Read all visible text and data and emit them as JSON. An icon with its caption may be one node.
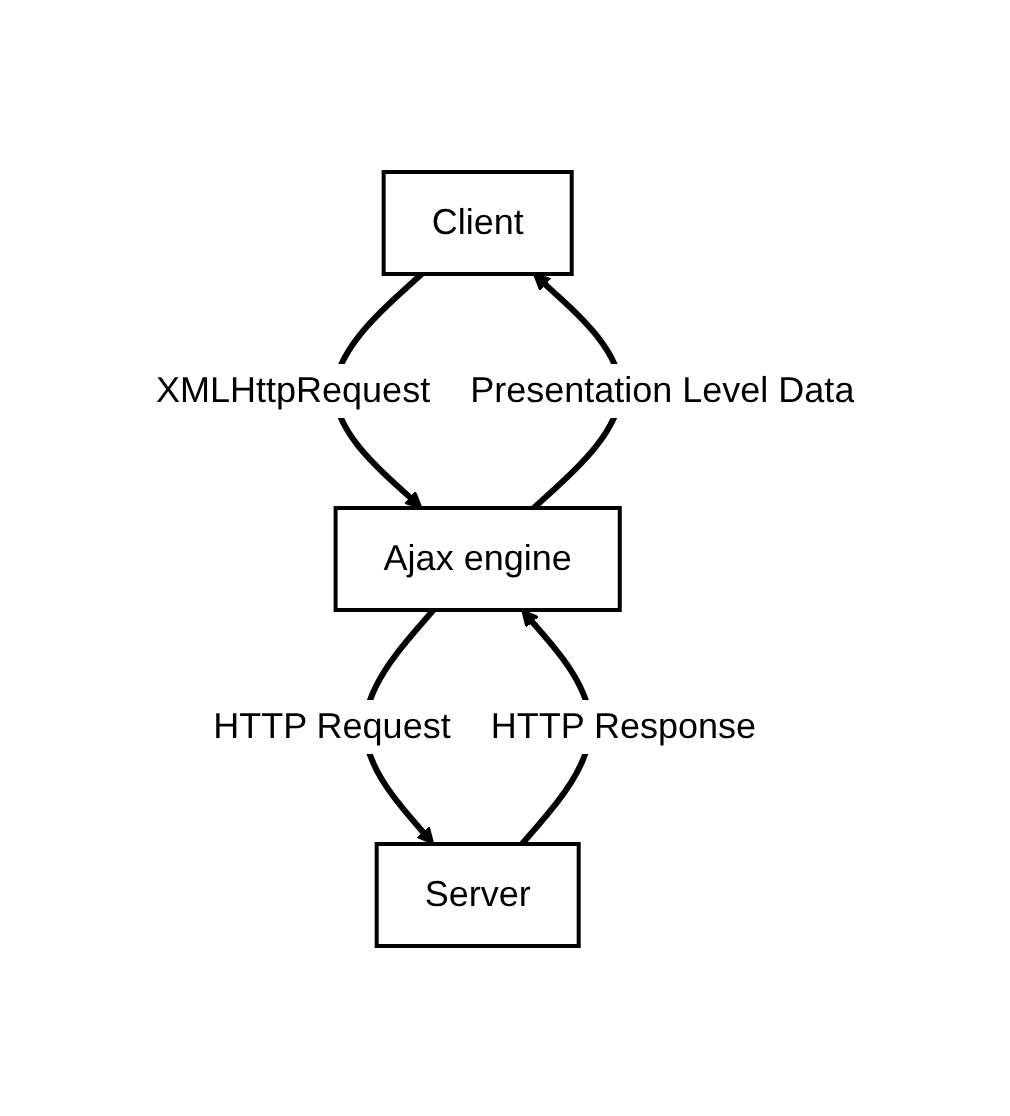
{
  "diagram": {
    "nodes": [
      {
        "text": [
          "Client"
        ]
      },
      {
        "text": [
          "Ajax engine"
        ]
      },
      {
        "text": [
          "Server"
        ]
      }
    ],
    "edges": [
      {
        "from": 0,
        "to": 1,
        "arrow": "to",
        "label": "XMLHttpRequest"
      },
      {
        "from": 1,
        "to": 0,
        "arrow": "to",
        "label": "Presentation Level Data"
      },
      {
        "from": 1,
        "to": 2,
        "arrow": "to",
        "label": "HTTP Request"
      },
      {
        "from": 2,
        "to": 1,
        "arrow": "to",
        "label": "HTTP Response"
      }
    ]
  }
}
